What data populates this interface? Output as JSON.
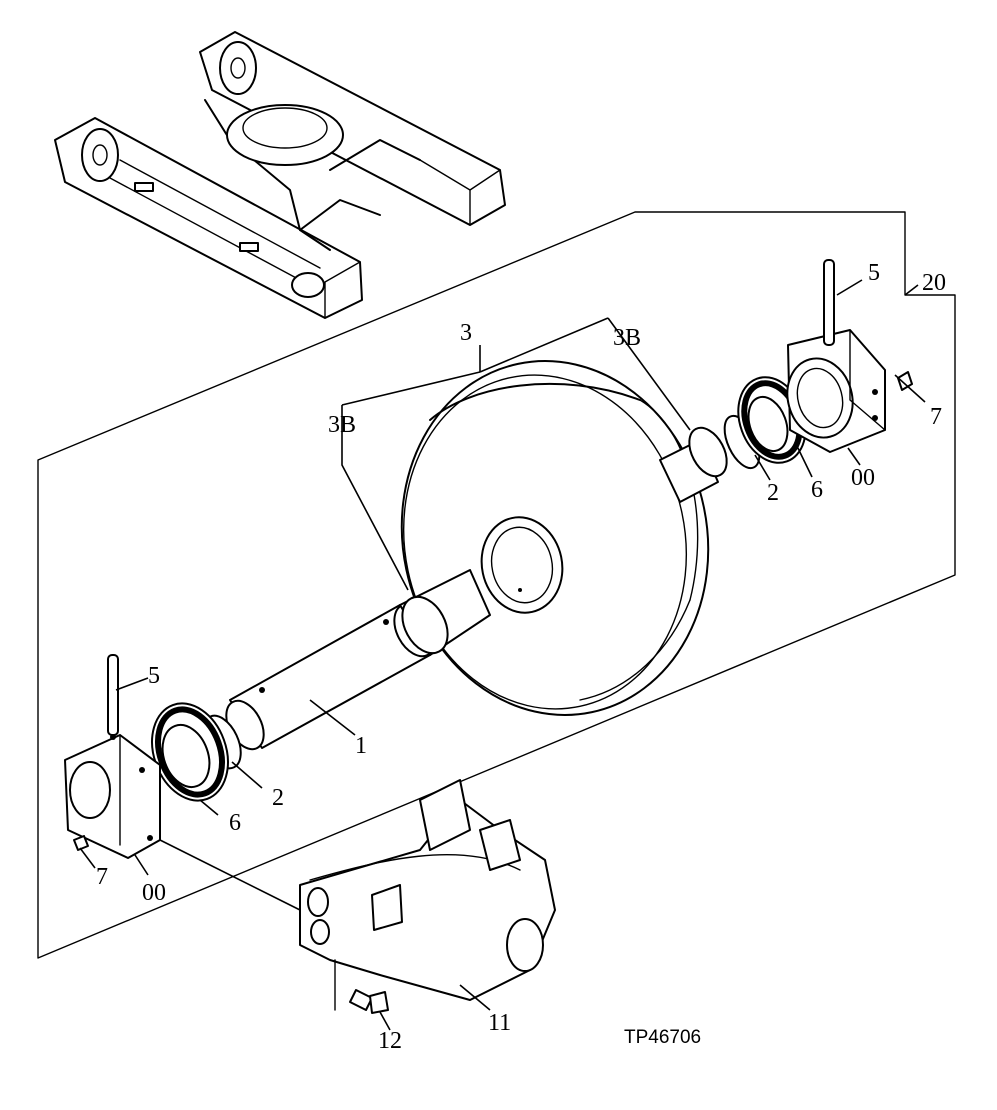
{
  "callouts": {
    "c20": "20",
    "c5_top": "5",
    "c3": "3",
    "c3b_top": "3B",
    "c3b_left": "3B",
    "c7_right": "7",
    "c00_right": "00",
    "c6_right": "6",
    "c2_right": "2",
    "c5_left": "5",
    "c1": "1",
    "c2_left": "2",
    "c6_left": "6",
    "c7_left": "7",
    "c00_left": "00",
    "c11": "11",
    "c12": "12"
  },
  "figure_id": "TP46706"
}
